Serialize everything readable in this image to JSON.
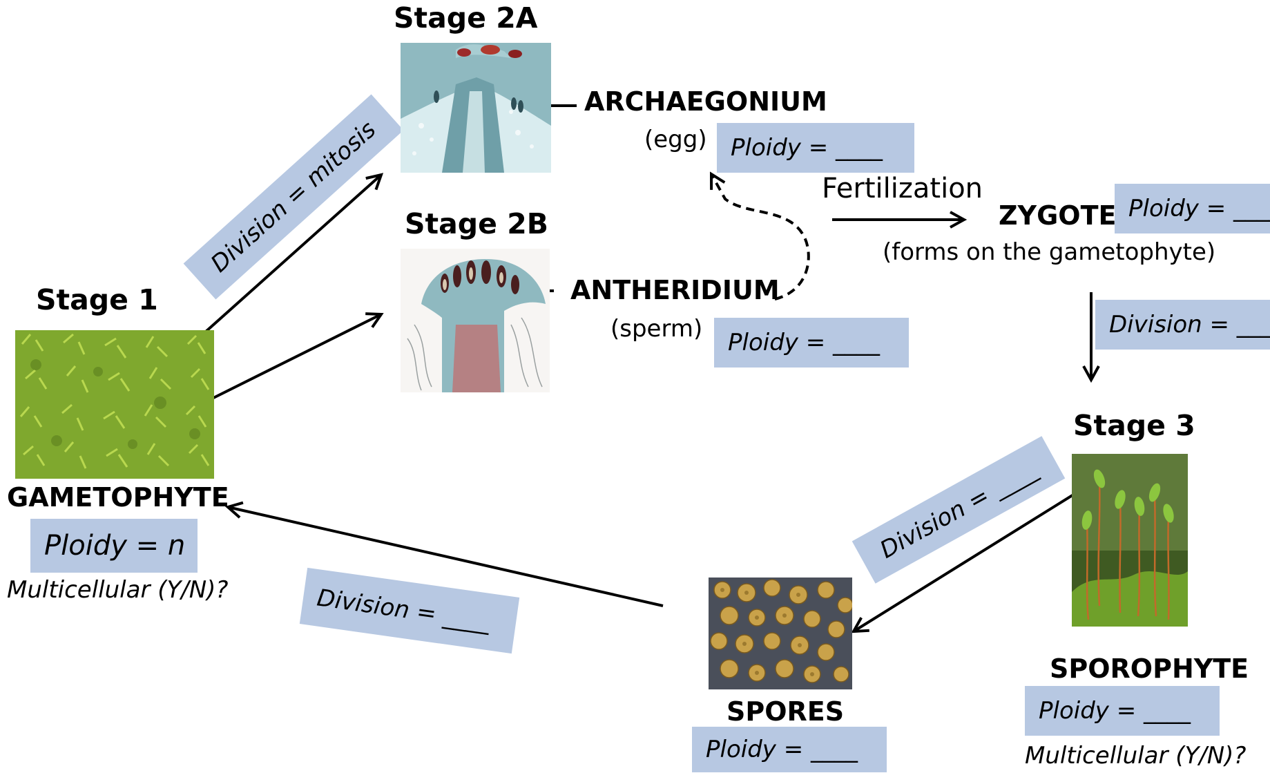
{
  "stage1": {
    "title": "Stage 1",
    "label": "GAMETOPHYTE",
    "ploidy": "Ploidy = n",
    "multicellular_question": "Multicellular (Y/N)?"
  },
  "stage2a": {
    "title": "Stage 2A",
    "label": "ARCHAEGONIUM",
    "sub": "(egg)",
    "ploidy": "Ploidy = ____"
  },
  "stage2b": {
    "title": "Stage 2B",
    "label": "ANTHERIDIUM",
    "sub": "(sperm)",
    "ploidy": "Ploidy = ____"
  },
  "fertilization": {
    "label": "Fertilization"
  },
  "zygote": {
    "label": "ZYGOTE",
    "sub": "(forms on the gametophyte)",
    "ploidy": "Ploidy = ____",
    "division": "Division = ____"
  },
  "stage3": {
    "title": "Stage 3",
    "label": "SPOROPHYTE",
    "ploidy": "Ploidy = ____",
    "multicellular_question": "Multicellular (Y/N)?"
  },
  "spores": {
    "label": "SPORES",
    "ploidy": "Ploidy = ____"
  },
  "divisions": {
    "gametophyte_to_gametes": "Division = mitosis",
    "sporophyte_to_spores": "Division = ____",
    "spores_to_gametophyte": "Division = ____"
  },
  "colors": {
    "answer_box": "#b7c8e2",
    "moss": "#8bb536",
    "stain_blue": "#7fa9b3",
    "stain_red": "#b03a2e",
    "spore": "#c9a24a",
    "arrow": "#000000"
  },
  "images": {
    "gametophyte": "moss-gametophyte-photo",
    "archegonium": "archegonium-micrograph",
    "antheridium": "antheridium-micrograph",
    "sporophyte": "moss-sporophyte-photo",
    "spores": "spores-micrograph"
  }
}
